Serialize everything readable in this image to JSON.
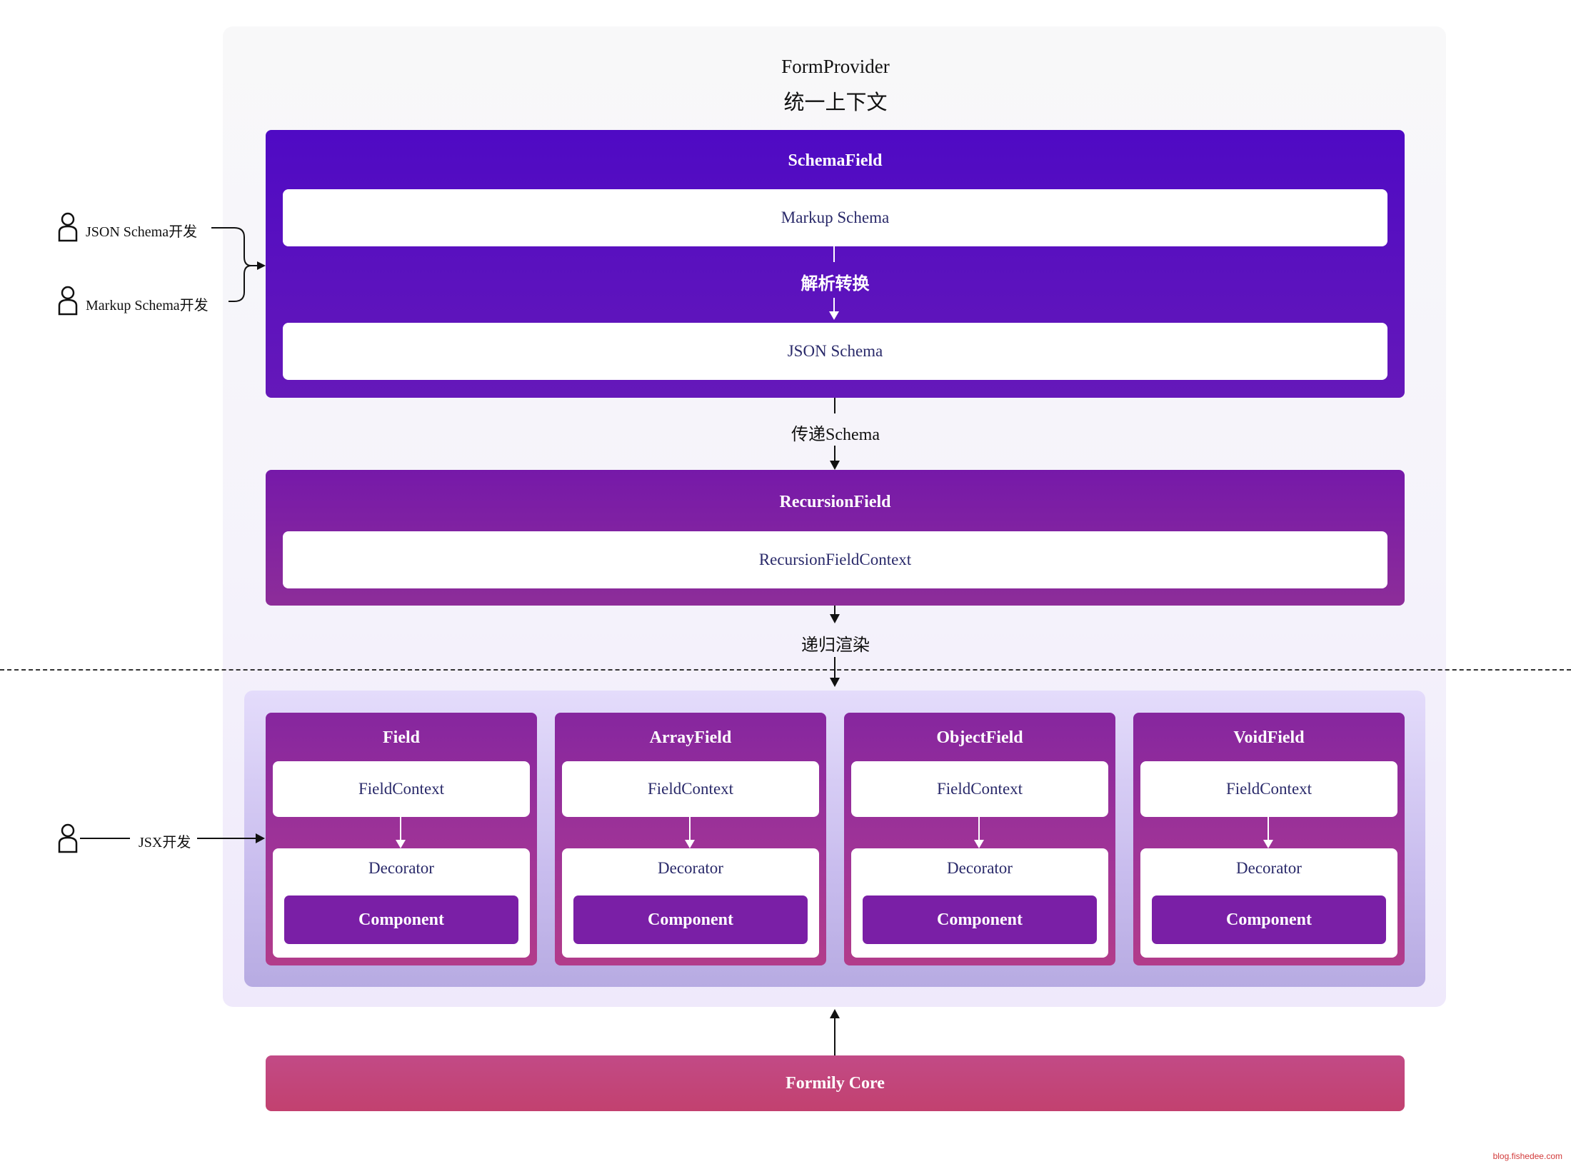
{
  "provider": {
    "title": "FormProvider",
    "subtitle": "统一上下文"
  },
  "schema_field": {
    "title": "SchemaField",
    "markup_box": "Markup Schema",
    "convert_label": "解析转换",
    "json_box": "JSON Schema"
  },
  "pass_label": "传递Schema",
  "recursion_field": {
    "title": "RecursionField",
    "context_box": "RecursionFieldContext"
  },
  "render_label": "递归渲染",
  "fields": [
    {
      "title": "Field",
      "context": "FieldContext",
      "decorator": "Decorator",
      "component": "Component"
    },
    {
      "title": "ArrayField",
      "context": "FieldContext",
      "decorator": "Decorator",
      "component": "Component"
    },
    {
      "title": "ObjectField",
      "context": "FieldContext",
      "decorator": "Decorator",
      "component": "Component"
    },
    {
      "title": "VoidField",
      "context": "FieldContext",
      "decorator": "Decorator",
      "component": "Component"
    }
  ],
  "core": {
    "label": "Formily Core"
  },
  "developers": [
    {
      "label": "JSON Schema开发",
      "icon": "person-icon"
    },
    {
      "label": "Markup Schema开发",
      "icon": "person-icon"
    },
    {
      "label": "JSX开发",
      "icon": "person-icon"
    }
  ],
  "watermark": "blog.fishedee.com",
  "colors": {
    "schema_panel": "#5510c1",
    "recursion_panel": "#8126a1",
    "field_card": "#a23596",
    "component": "#7a1fa6",
    "core": "#c2456f"
  }
}
